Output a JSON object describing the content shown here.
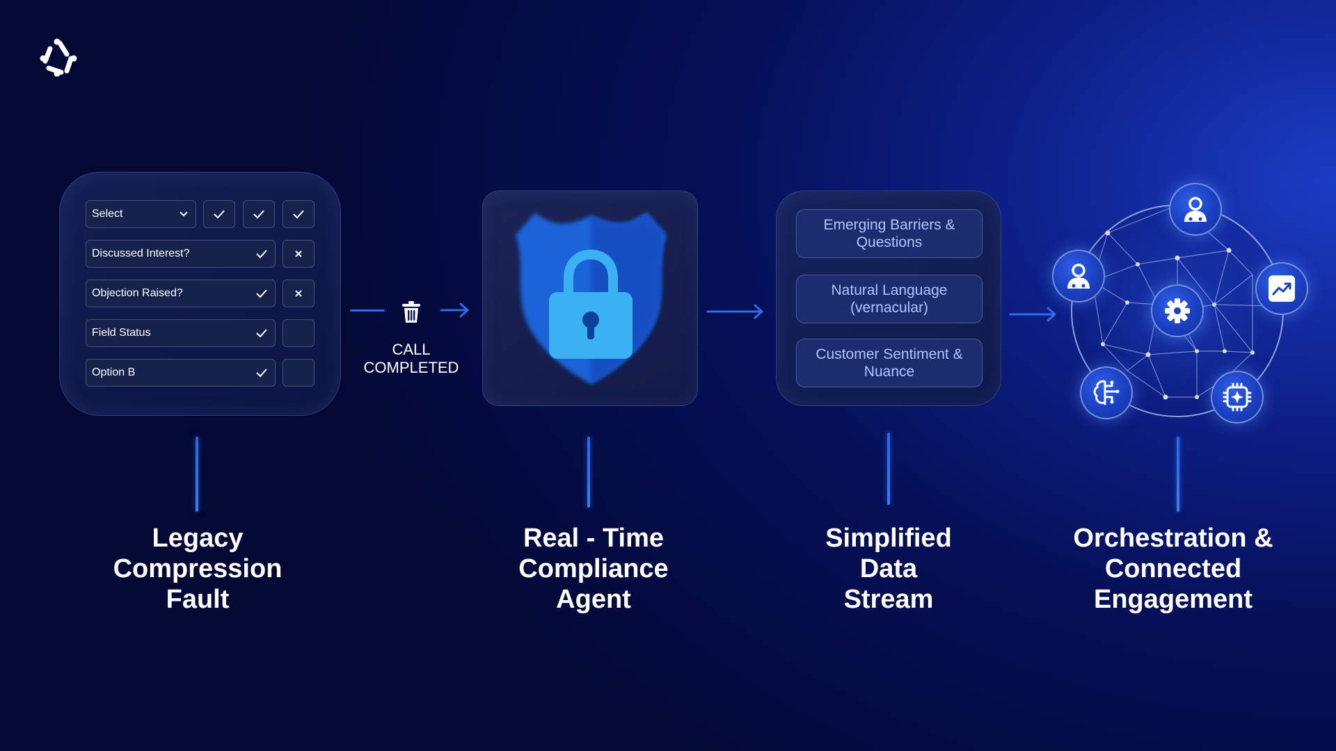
{
  "form": {
    "select": "Select",
    "fields": [
      "Discussed Interest?",
      "Objection Raised?",
      "Field Status",
      "Option B"
    ]
  },
  "call": {
    "line1": "CALL",
    "line2": "COMPLETED"
  },
  "stream": {
    "pills": [
      {
        "line1": "Emerging Barriers &",
        "line2": "Questions"
      },
      {
        "line1": "Natural Language",
        "line2": "(vernacular)"
      },
      {
        "line1": "Customer Sentiment &",
        "line2": "Nuance"
      }
    ]
  },
  "labels": [
    {
      "line1": "Legacy",
      "line2": "Compression",
      "line3": "Fault"
    },
    {
      "line1": "Real - Time",
      "line2": "Compliance",
      "line3": "Agent"
    },
    {
      "line1": "Simplified",
      "line2": "Data",
      "line3": "Stream"
    },
    {
      "line1": "Orchestration &",
      "line2": "Connected",
      "line3": "Engagement"
    }
  ],
  "colors": {
    "accent": "#2e6de8",
    "shield": "#1a5fd6",
    "lock": "#3ab2f2",
    "pill_text": "#b2c5f6"
  },
  "icons": [
    "logo-icon",
    "trash-icon",
    "shield-icon",
    "lock-icon",
    "doctor-icon",
    "trend-icon",
    "gear-icon",
    "brain-icon",
    "chip-icon"
  ]
}
